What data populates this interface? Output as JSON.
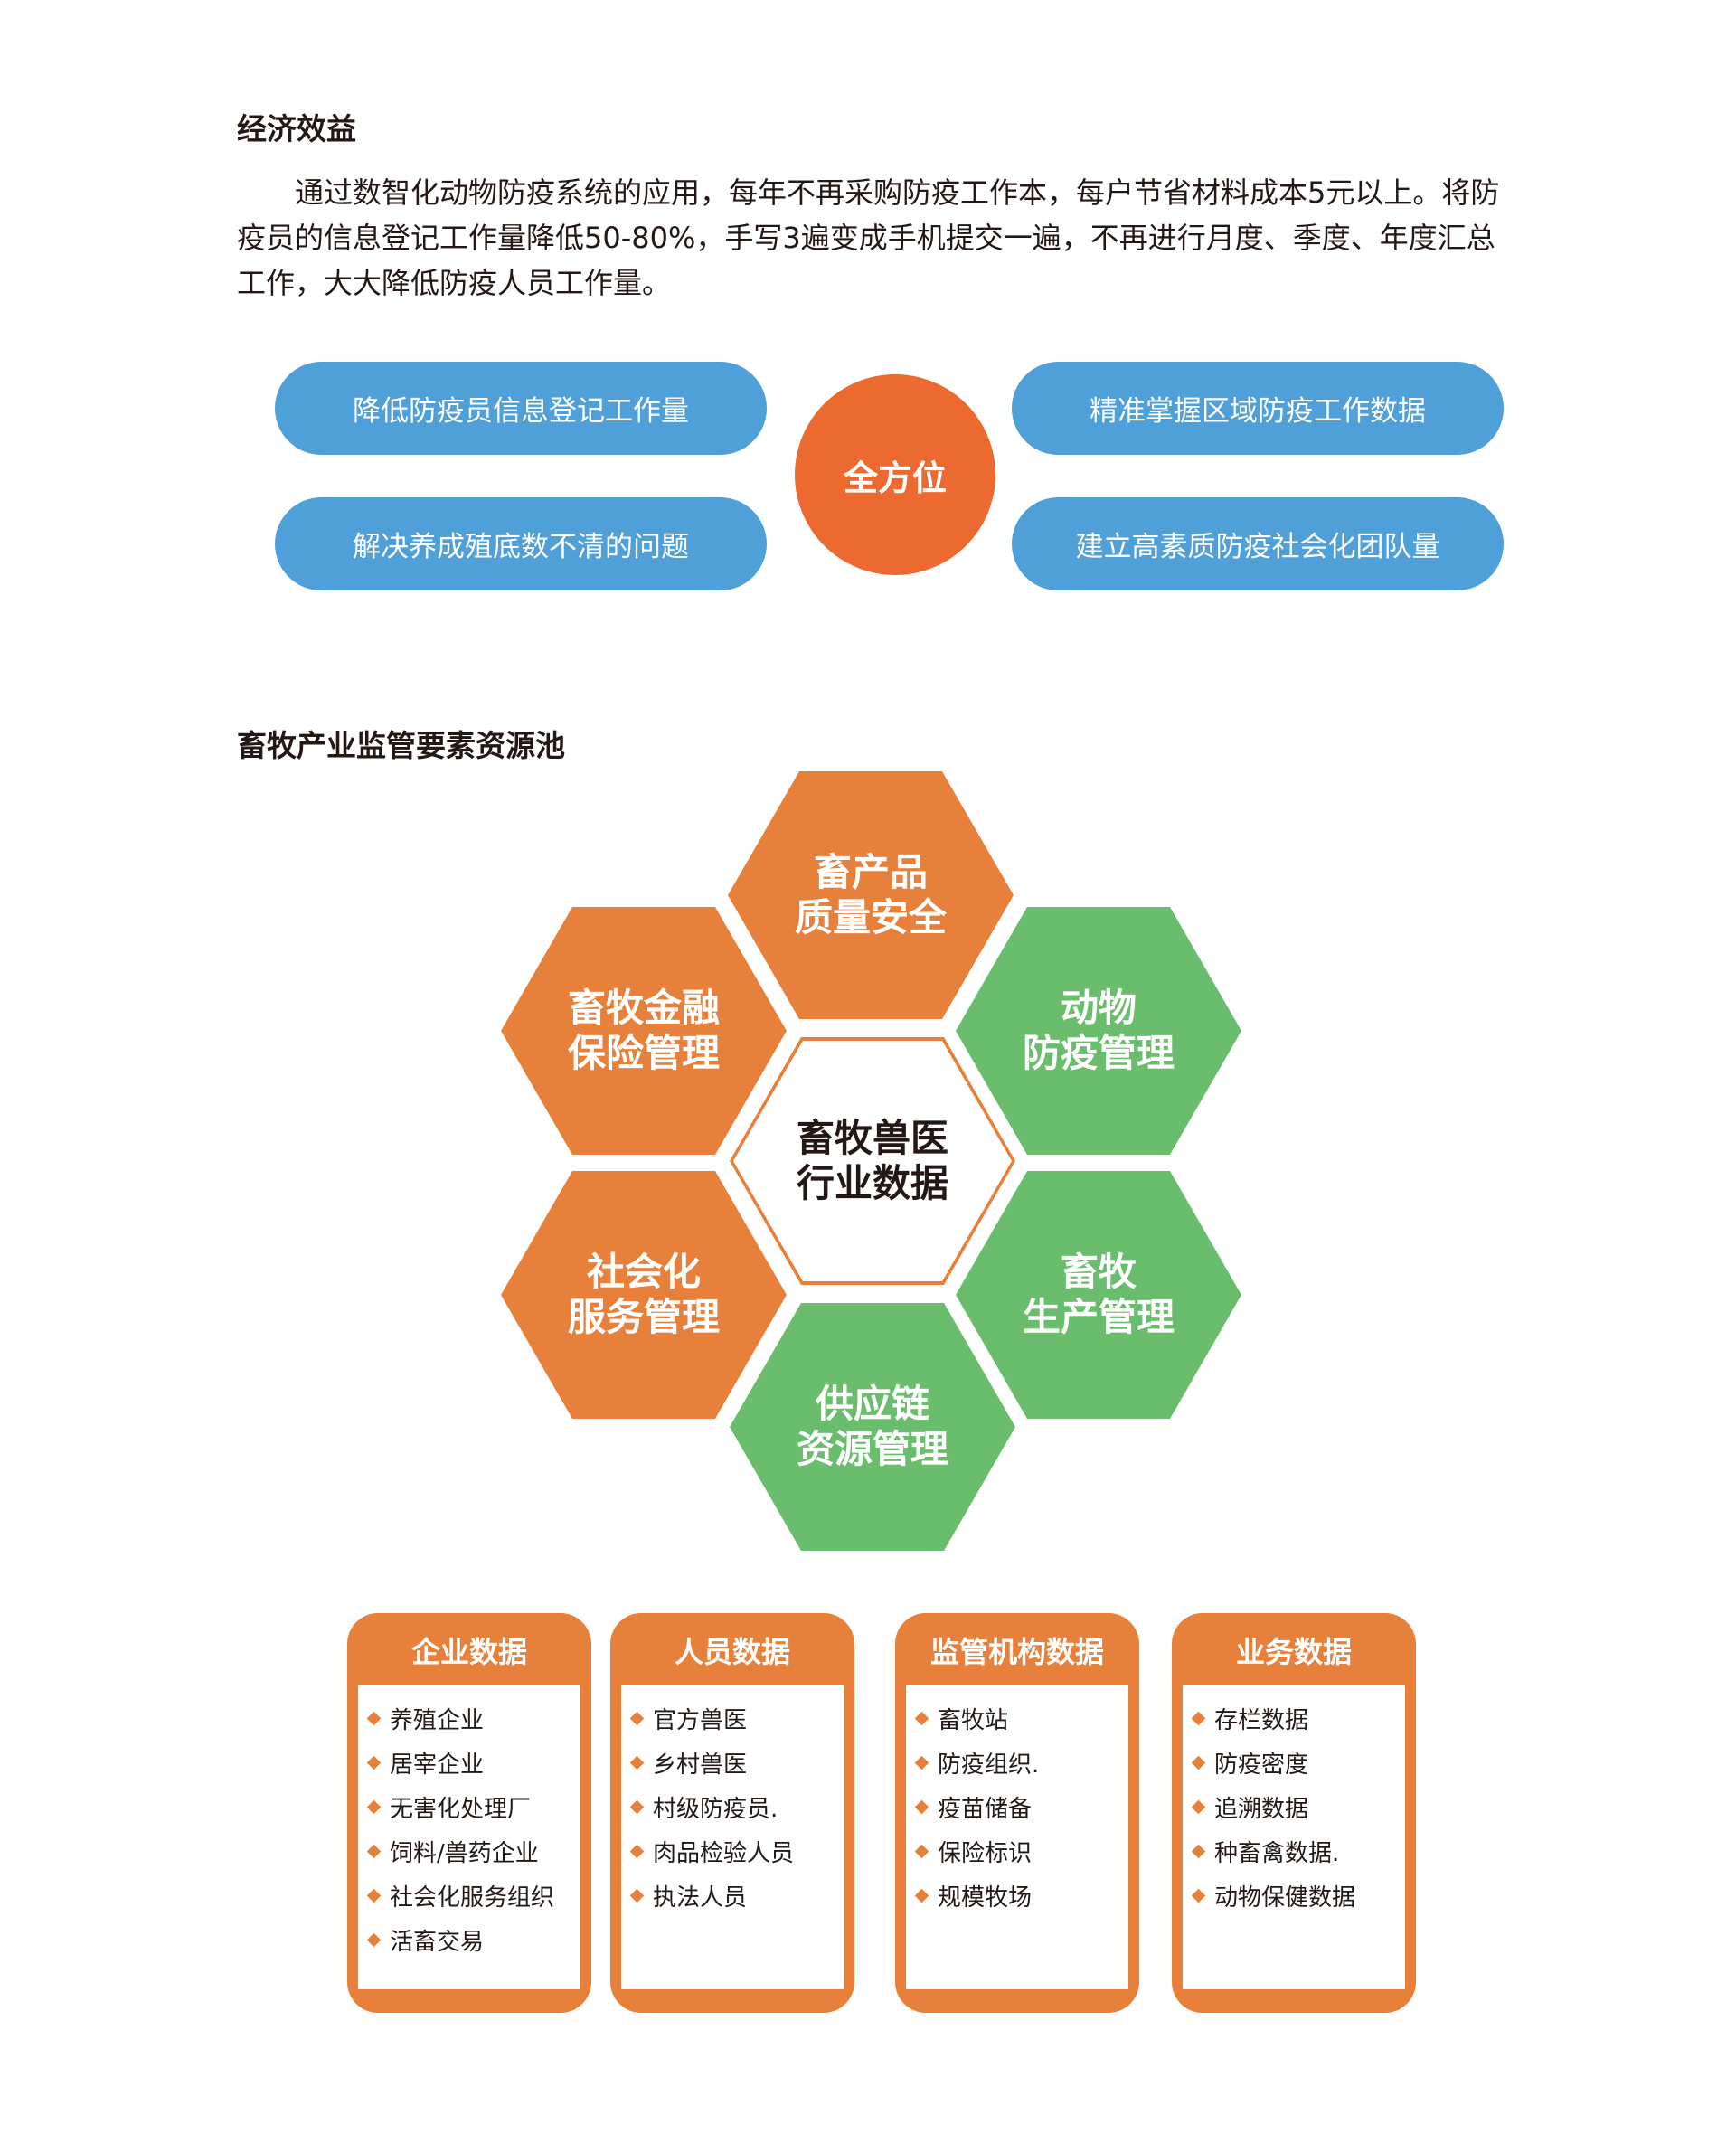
{
  "section1": {
    "heading": "经济效益",
    "paragraph": "通过数智化动物防疫系统的应用，每年不再采购防疫工作本，每户节省材料成本5元以上。将防疫员的信息登记工作量降低50-80%，手写3遍变成手机提交一遍，不再进行月度、季度、年度汇总工作，大大降低防疫人员工作量。",
    "pills": [
      "降低防疫员信息登记工作量",
      "解决养成殖底数不清的问题",
      "精准掌握区域防疫工作数据",
      "建立高素质防疫社会化团队量"
    ],
    "center": "全方位"
  },
  "section2": {
    "heading": "畜牧产业监管要素资源池",
    "hexes": {
      "top": [
        "畜产品",
        "质量安全"
      ],
      "upper_left": [
        "畜牧金融",
        "保险管理"
      ],
      "upper_right": [
        "动物",
        "防疫管理"
      ],
      "center": [
        "畜牧兽医",
        "行业数据"
      ],
      "lower_left": [
        "社会化",
        "服务管理"
      ],
      "lower_right": [
        "畜牧",
        "生产管理"
      ],
      "bottom": [
        "供应链",
        "资源管理"
      ]
    },
    "cards": [
      {
        "title": "企业数据",
        "items": [
          "养殖企业",
          "居宰企业",
          "无害化处理厂",
          "饲料/兽药企业",
          "社会化服务组织",
          "活畜交易"
        ]
      },
      {
        "title": "人员数据",
        "items": [
          "官方兽医",
          "乡村兽医",
          "村级防疫员.",
          "肉品检验人员",
          "执法人员"
        ]
      },
      {
        "title": "监管机构数据",
        "items": [
          "畜牧站",
          "防疫组织.",
          "疫苗储备",
          "保险标识",
          "规模牧场"
        ]
      },
      {
        "title": "业务数据",
        "items": [
          "存栏数据",
          "防疫密度",
          "追溯数据",
          "种畜禽数据.",
          "动物保健数据"
        ]
      }
    ]
  }
}
